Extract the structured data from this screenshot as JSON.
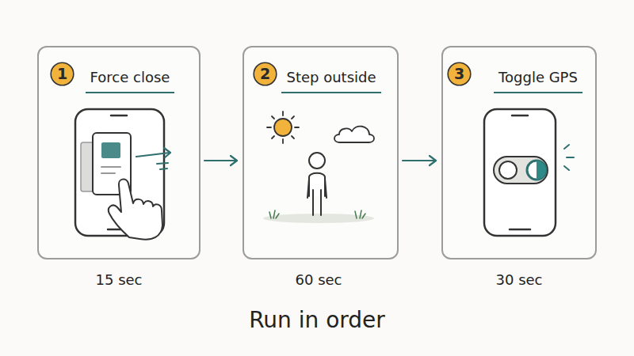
{
  "diagram": {
    "caption": "Run in order",
    "nodes": [
      {
        "text": [
          "Force close"
        ]
      },
      {
        "text": [
          "1"
        ],
        "in": 0
      },
      {
        "text": [
          "Step outside"
        ]
      },
      {
        "text": [
          "2"
        ],
        "in": 2
      },
      {
        "text": [
          "Toggle GPS"
        ]
      },
      {
        "text": [
          "3"
        ],
        "in": 4
      }
    ],
    "edges": [
      {
        "from": 0,
        "to": 2,
        "arrow": "to"
      },
      {
        "from": 2,
        "to": 4,
        "arrow": "to"
      }
    ],
    "labels": [
      "15 sec",
      "60 sec",
      "30 sec"
    ]
  }
}
